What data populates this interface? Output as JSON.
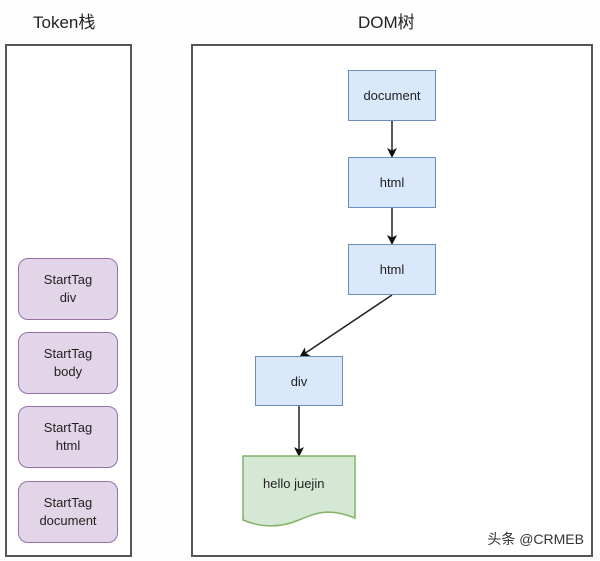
{
  "titles": {
    "token_stack": "Token栈",
    "dom_tree": "DOM树"
  },
  "token_stack": [
    {
      "line1": "StartTag",
      "line2": "div"
    },
    {
      "line1": "StartTag",
      "line2": "body"
    },
    {
      "line1": "StartTag",
      "line2": "html"
    },
    {
      "line1": "StartTag",
      "line2": "document"
    }
  ],
  "dom_tree": {
    "nodes": [
      {
        "id": "document",
        "label": "document"
      },
      {
        "id": "html1",
        "label": "html"
      },
      {
        "id": "html2",
        "label": "html"
      },
      {
        "id": "div",
        "label": "div"
      }
    ],
    "text_node": {
      "label": "hello juejin"
    },
    "edges": [
      [
        "document",
        "html1"
      ],
      [
        "html1",
        "html2"
      ],
      [
        "html2",
        "div"
      ],
      [
        "div",
        "text"
      ]
    ]
  },
  "colors": {
    "token_fill": "#e1d5e7",
    "token_stroke": "#9673a6",
    "node_fill": "#dae8fc",
    "node_stroke": "#6c8ebf",
    "text_fill": "#d5e8d4",
    "text_stroke": "#82b366"
  },
  "watermark": "头条 @CRMEB"
}
